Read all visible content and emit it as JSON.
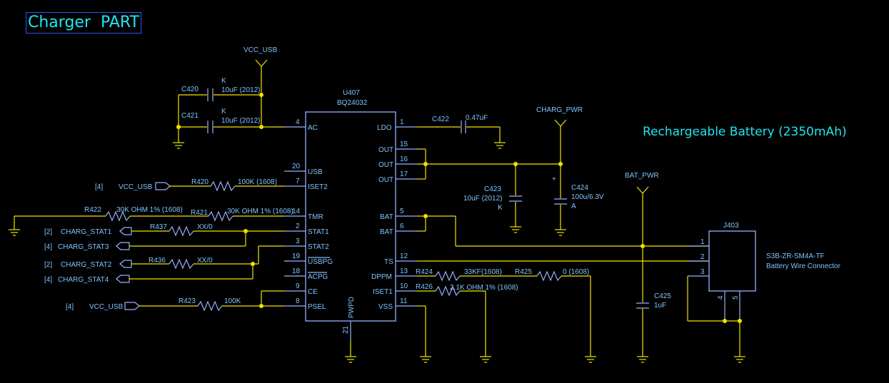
{
  "title": "Charger  PART",
  "battery_title": "Rechargeable Battery (2350mAh)",
  "ic": {
    "ref": "U407",
    "part": "BQ24032"
  },
  "nets": {
    "vcc_usb": "VCC_USB",
    "charg_pwr": "CHARG_PWR",
    "bat_pwr": "BAT_PWR"
  },
  "pins_left": [
    {
      "num": "4",
      "name": "AC"
    },
    {
      "num": "20",
      "name": "USB"
    },
    {
      "num": "7",
      "name": "ISET2"
    },
    {
      "num": "14",
      "name": "TMR"
    },
    {
      "num": "2",
      "name": "STAT1"
    },
    {
      "num": "3",
      "name": "STAT2"
    },
    {
      "num": "19",
      "name": "USBPG"
    },
    {
      "num": "18",
      "name": "ACPG"
    },
    {
      "num": "9",
      "name": "CE"
    },
    {
      "num": "8",
      "name": "PSEL"
    }
  ],
  "pins_right": [
    {
      "num": "1",
      "name": "LDO"
    },
    {
      "num": "15",
      "name": "OUT"
    },
    {
      "num": "16",
      "name": "OUT"
    },
    {
      "num": "17",
      "name": "OUT"
    },
    {
      "num": "5",
      "name": "BAT"
    },
    {
      "num": "6",
      "name": "BAT"
    },
    {
      "num": "12",
      "name": "TS"
    },
    {
      "num": "13",
      "name": "DPPM"
    },
    {
      "num": "10",
      "name": "ISET1"
    },
    {
      "num": "11",
      "name": "VSS"
    }
  ],
  "pin_bottom": {
    "num": "21",
    "name": "PWPD"
  },
  "caps": {
    "c420": {
      "ref": "C420",
      "tol": "K",
      "value": "10uF (2012)"
    },
    "c421": {
      "ref": "C421",
      "tol": "K",
      "value": "10uF (2012)"
    },
    "c422": {
      "ref": "C422",
      "value": "0.47uF"
    },
    "c423": {
      "ref": "C423",
      "value": "10uF (2012)",
      "tol": "K"
    },
    "c424": {
      "ref": "C424",
      "value": "100u/6.3V",
      "tol": "A"
    },
    "c425": {
      "ref": "C425",
      "value": "1uF"
    }
  },
  "resistors": {
    "r420": {
      "ref": "R420",
      "value": "100K (1608)"
    },
    "r422": {
      "ref": "R422",
      "value": "30K OHM 1% (1608)"
    },
    "r421": {
      "ref": "R421",
      "value": "30K OHM 1% (1608)"
    },
    "r437": {
      "ref": "R437",
      "value": "XX/0"
    },
    "r436": {
      "ref": "R436",
      "value": "XX/0"
    },
    "r423": {
      "ref": "R423",
      "value": "100K"
    },
    "r424": {
      "ref": "R424",
      "value": "33KF(1608)"
    },
    "r425": {
      "ref": "R425",
      "value": "0 (1608)"
    },
    "r426": {
      "ref": "R426",
      "value": "2.1K OHM 1% (1608)"
    }
  },
  "ports": [
    {
      "page": "[4]",
      "name": "VCC_USB"
    },
    {
      "page": "[2]",
      "name": "CHARG_STAT1"
    },
    {
      "page": "[4]",
      "name": "CHARG_STAT3"
    },
    {
      "page": "[2]",
      "name": "CHARG_STAT2"
    },
    {
      "page": "[4]",
      "name": "CHARG_STAT4"
    },
    {
      "page": "[4]",
      "name": "VCC_USB"
    }
  ],
  "connector": {
    "ref": "J403",
    "part": "S3B-ZR-SM4A-TF",
    "desc": "Battery Wire Connector",
    "pins": [
      "1",
      "2",
      "3",
      "4",
      "5"
    ]
  },
  "plus_sign": "+",
  "colors": {
    "background": "#000000",
    "wire": "#f2e300",
    "text": "#7fc4ff",
    "title": "#1fe6f0",
    "part": "#9ab0ff"
  }
}
